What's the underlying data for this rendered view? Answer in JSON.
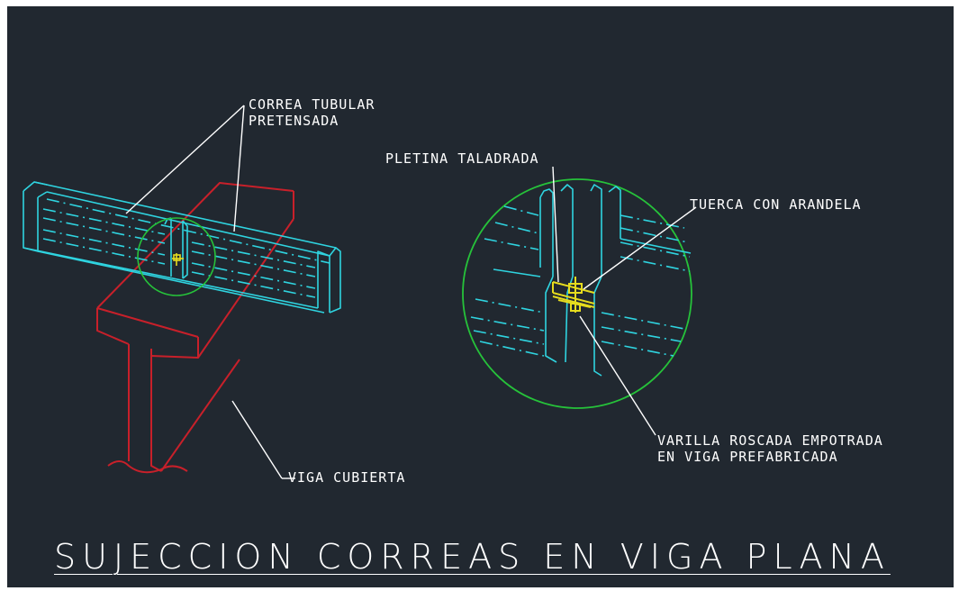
{
  "title": "SUJECCION CORREAS EN VIGA PLANA",
  "labels": {
    "correa_line1": "CORREA TUBULAR",
    "correa_line2": "PRETENSADA",
    "viga": "VIGA CUBIERTA",
    "pletina": "PLETINA TALADRADA",
    "tuerca": "TUERCA CON ARANDELA",
    "varilla_line1": "VARILLA ROSCADA EMPOTRADA",
    "varilla_line2": "EN VIGA PREFABRICADA"
  },
  "colors": {
    "background": "#212830",
    "purlin": "#2fd4e0",
    "beam": "#c8202a",
    "detail_circle": "#26c23a",
    "bolt": "#e6dc1e",
    "text": "#ffffff"
  }
}
